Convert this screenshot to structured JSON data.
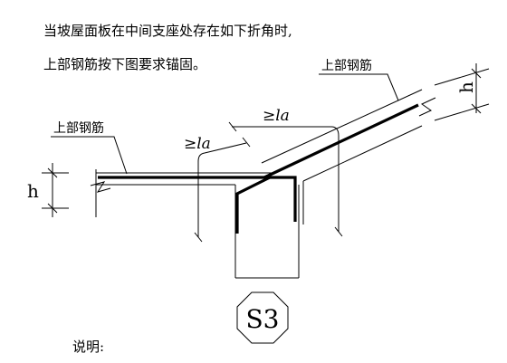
{
  "notes": {
    "line1": "当坡屋面板在中间支座处存在如下折角时,",
    "line2": "上部钢筋按下图要求锚固。"
  },
  "labels": {
    "top_rebar_left": "上部钢筋",
    "top_rebar_right": "上部钢筋",
    "thickness_left": "h",
    "thickness_right": "h",
    "anchor_left": "≥la",
    "anchor_right": "≥la"
  },
  "symbol": {
    "text": "S3"
  },
  "footer": {
    "explain": "说明:"
  }
}
